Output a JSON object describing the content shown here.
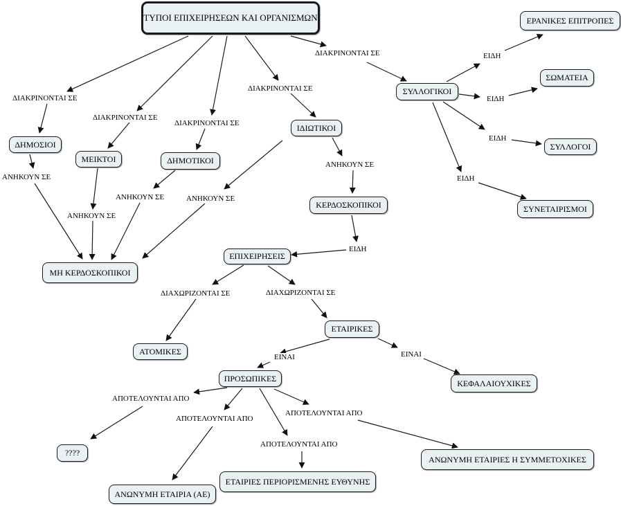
{
  "nodes": {
    "root": "ΤΥΠΟΙ ΕΠΙΧΕΙΡΗΣΕΩΝ ΚΑΙ ΟΡΓΑΝΙΣΜΩΝ",
    "dimosioi": "ΔΗΜΟΣΙΟΙ",
    "meiktoi": "ΜΕΙΚΤΟΙ",
    "dimotikoi": "ΔΗΜΟΤΙΚΟΙ",
    "idiotikoi": "ΙΔΙΩΤΙΚΟΙ",
    "syllogikoi": "ΣΥΛΛΟΓΙΚΟΙ",
    "eranikes": "ΕΡΑΝΙΚΕΣ ΕΠΙΤΡΟΠΕΣ",
    "somateia": "ΣΩΜΑΤΕΙΑ",
    "syllogoi": "ΣΥΛΛΟΓΟΙ",
    "synetairismoi": "ΣΥΝΕΤΑΙΡΙΣΜΟΙ",
    "mi_kerdoskopikoi": "ΜΗ ΚΕΡΔΟΣΚΟΠΙΚΟΙ",
    "kerdoskopikoi": "ΚΕΡΔΟΣΚΟΠΙΚΟΙ",
    "epixeiriseis": "ΕΠΙΧΕΙΡΗΣΕΙΣ",
    "atomikes": "ΑΤΟΜΙΚΕΣ",
    "etairikes": "ΕΤΑΙΡΙΚΕΣ",
    "prosopikes": "ΠΡΟΣΩΠΙΚΕΣ",
    "kefalaiouxikes": "ΚΕΦΑΛΑΙΟΥΧΙΚΕΣ",
    "unknown": "????",
    "anonymi_etairia": "ΑΝΩΝΥΜΗ ΕΤΑΙΡΙΑ (ΑΕ)",
    "epe": "ΕΤΑΙΡΙΕΣ ΠΕΡΙΟΡΙΣΜΕΝΗΣ ΕΥΘΥΝΗΣ",
    "anonymi_symmetoxikes": "ΑΝΩΝΥΜΗ ΕΤΑΙΡΙΕΣ Η ΣΥΜΜΕΤΟΧΙΚΕΣ"
  },
  "links": {
    "diakrinontai_1": "ΔΙΑΚΡΙΝΟΝΤΑΙ ΣΕ",
    "diakrinontai_2": "ΔΙΑΚΡΙΝΟΝΤΑΙ ΣΕ",
    "diakrinontai_3": "ΔΙΑΚΡΙΝΟΝΤΑΙ ΣΕ",
    "diakrinontai_4": "ΔΙΑΚΡΙΝΟΝΤΑΙ ΣΕ",
    "diakrinontai_5": "ΔΙΑΚΡΙΝΟΝΤΑΙ ΣΕ",
    "eidi_1": "ΕΙΔΗ",
    "eidi_2": "ΕΙΔΗ",
    "eidi_3": "ΕΙΔΗ",
    "eidi_4": "ΕΙΔΗ",
    "eidi_5": "ΕΙΔΗ",
    "anikoun_1": "ΑΝΗΚΟΥΝ ΣΕ",
    "anikoun_2": "ΑΝΗΚΟΥΝ ΣΕ",
    "anikoun_3": "ΑΝΗΚΟΥΝ ΣΕ",
    "anikoun_4": "ΑΝΗΚΟΥΝ ΣΕ",
    "anikoun_5": "ΑΝΗΚΟΥΝ ΣΕ",
    "diaxorizontai_1": "ΔΙΑΧΩΡΙΖΟΝΤΑΙ ΣΕ",
    "diaxorizontai_2": "ΔΙΑΧΩΡΙΖΟΝΤΑΙ ΣΕ",
    "einai_1": "ΕΙΝΑΙ",
    "einai_2": "ΕΙΝΑΙ",
    "apoteloyntai_1": "ΑΠΟΤΕΛΟΥΝΤΑΙ ΑΠΟ",
    "apoteloyntai_2": "ΑΠΟΤΕΛΟΥΝΤΑΙ ΑΠΟ",
    "apoteloyntai_3": "ΑΠΟΤΕΛΟΥΝΤΑΙ ΑΠΟ",
    "apoteloyntai_4": "ΑΠΟΤΕΛΟΥΝΤΑΙ ΑΠΟ"
  },
  "colors": {
    "node_fill": "#eaf1f4",
    "stroke": "#1a1a1a"
  }
}
